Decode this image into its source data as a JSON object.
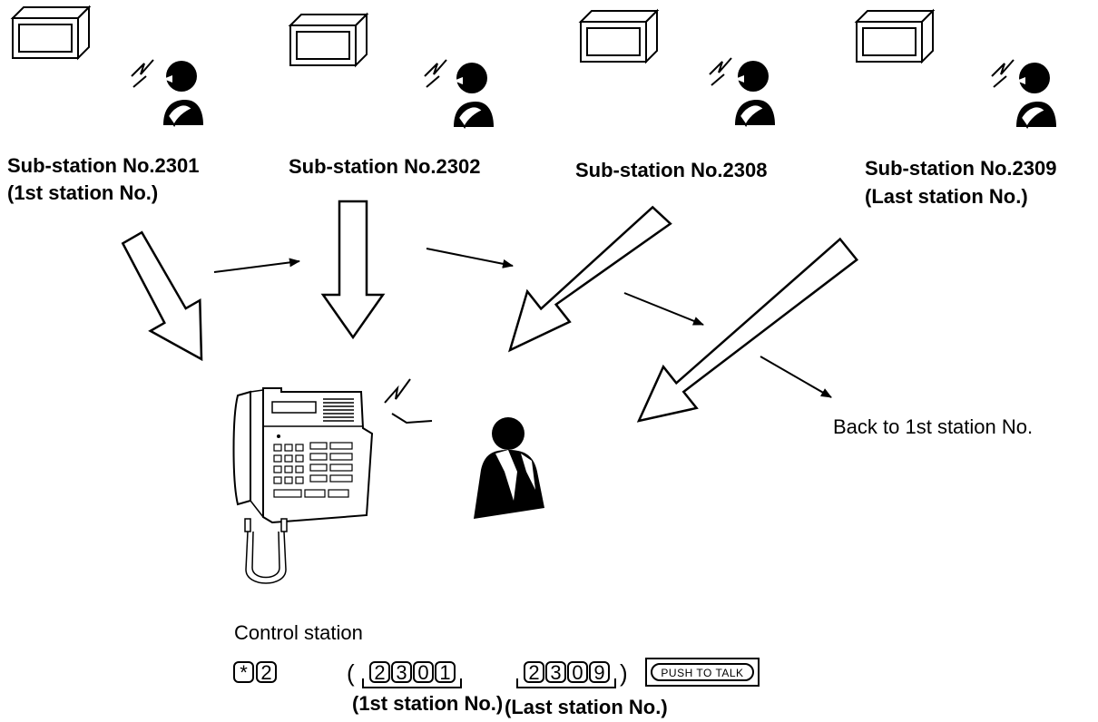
{
  "stations": [
    {
      "name": "Sub-station No.2301",
      "note": "(1st station No.)"
    },
    {
      "name": "Sub-station No.2302",
      "note": ""
    },
    {
      "name": "Sub-station No.2308",
      "note": ""
    },
    {
      "name": "Sub-station No.2309",
      "note": "(Last station No.)"
    }
  ],
  "control_station_label": "Control station",
  "back_label": "Back to 1st station No.",
  "dial": {
    "star": "*",
    "prefix": "2",
    "open_paren": "(",
    "close_paren": ")",
    "first_digits": [
      "2",
      "3",
      "0",
      "1"
    ],
    "last_digits": [
      "2",
      "3",
      "0",
      "9"
    ],
    "first_caption": "(1st station No.)",
    "last_caption": "(Last station No.)",
    "push_to_talk": "PUSH TO TALK"
  }
}
